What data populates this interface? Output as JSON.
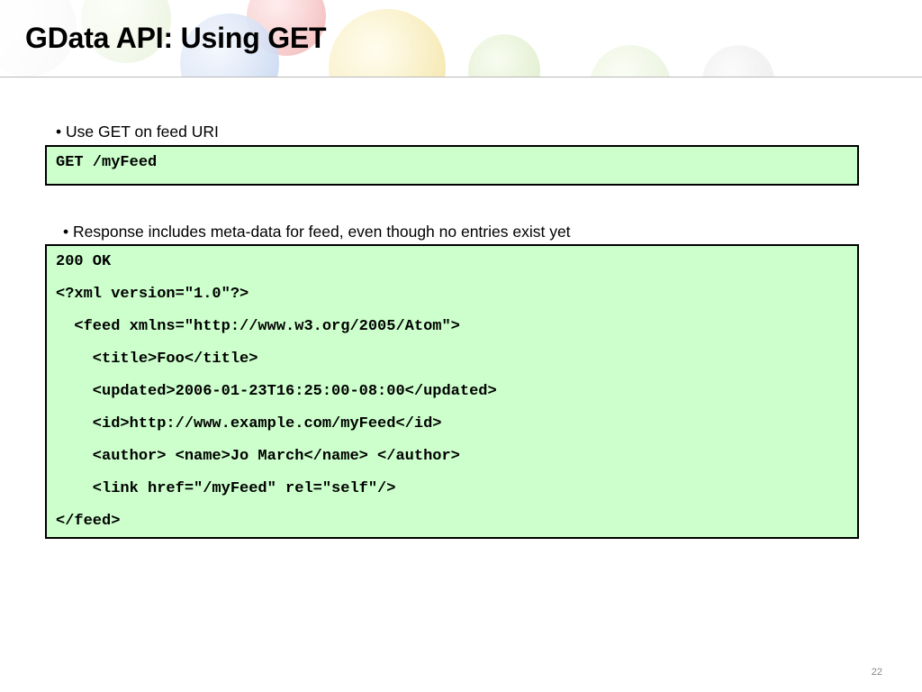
{
  "slide": {
    "title": "GData API: Using GET",
    "page_number": "22"
  },
  "bullets": [
    "• Use GET on feed URI",
    "• Response includes meta-data for feed, even though no entries exist yet"
  ],
  "request_code": {
    "lines": [
      "GET /myFeed"
    ]
  },
  "response_code": {
    "lines": [
      "200 OK",
      "<?xml version=\"1.0\"?>",
      "  <feed xmlns=\"http://www.w3.org/2005/Atom\">",
      "    <title>Foo</title>",
      "    <updated>2006-01-23T16:25:00-08:00</updated>",
      "    <id>http://www.example.com/myFeed</id>",
      "    <author> <name>Jo March</name> </author>",
      "    <link href=\"/myFeed\" rel=\"self\"/>",
      "</feed>"
    ]
  },
  "colors": {
    "code_background": "#ccffcc",
    "code_border": "#000000",
    "header_rule": "#b8b8b8"
  }
}
